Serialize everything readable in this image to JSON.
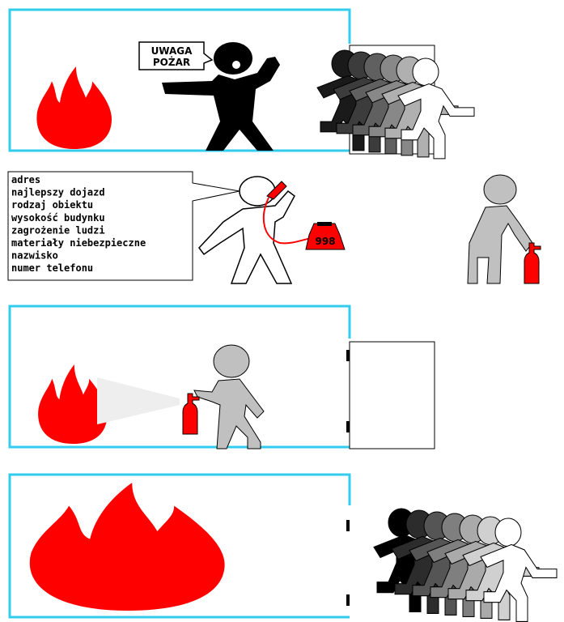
{
  "panel1": {
    "speech_line1": "UWAGA",
    "speech_line2": "POŻAR"
  },
  "panel2": {
    "checklist": [
      "adres",
      "najlepszy dojazd",
      "rodzaj obiektu",
      "wysokość budynku",
      "zagrożenie ludzi",
      "materiały niebezpieczne",
      "nazwisko",
      "numer telefonu"
    ],
    "phone_number": "998"
  },
  "colors": {
    "wall": "#33ccee",
    "fire": "#ff0000",
    "figure_black": "#000000",
    "figure_grey": "#c0c0c0",
    "extinguisher": "#ff0000",
    "crowd_shades": [
      "#1a1a1a",
      "#3c3c3c",
      "#606060",
      "#888888",
      "#b0b0b0",
      "#ffffff"
    ]
  },
  "icons": {
    "fire": "flame-icon",
    "extinguisher": "fire-extinguisher-icon",
    "phone": "telephone-icon",
    "door": "door-icon"
  }
}
